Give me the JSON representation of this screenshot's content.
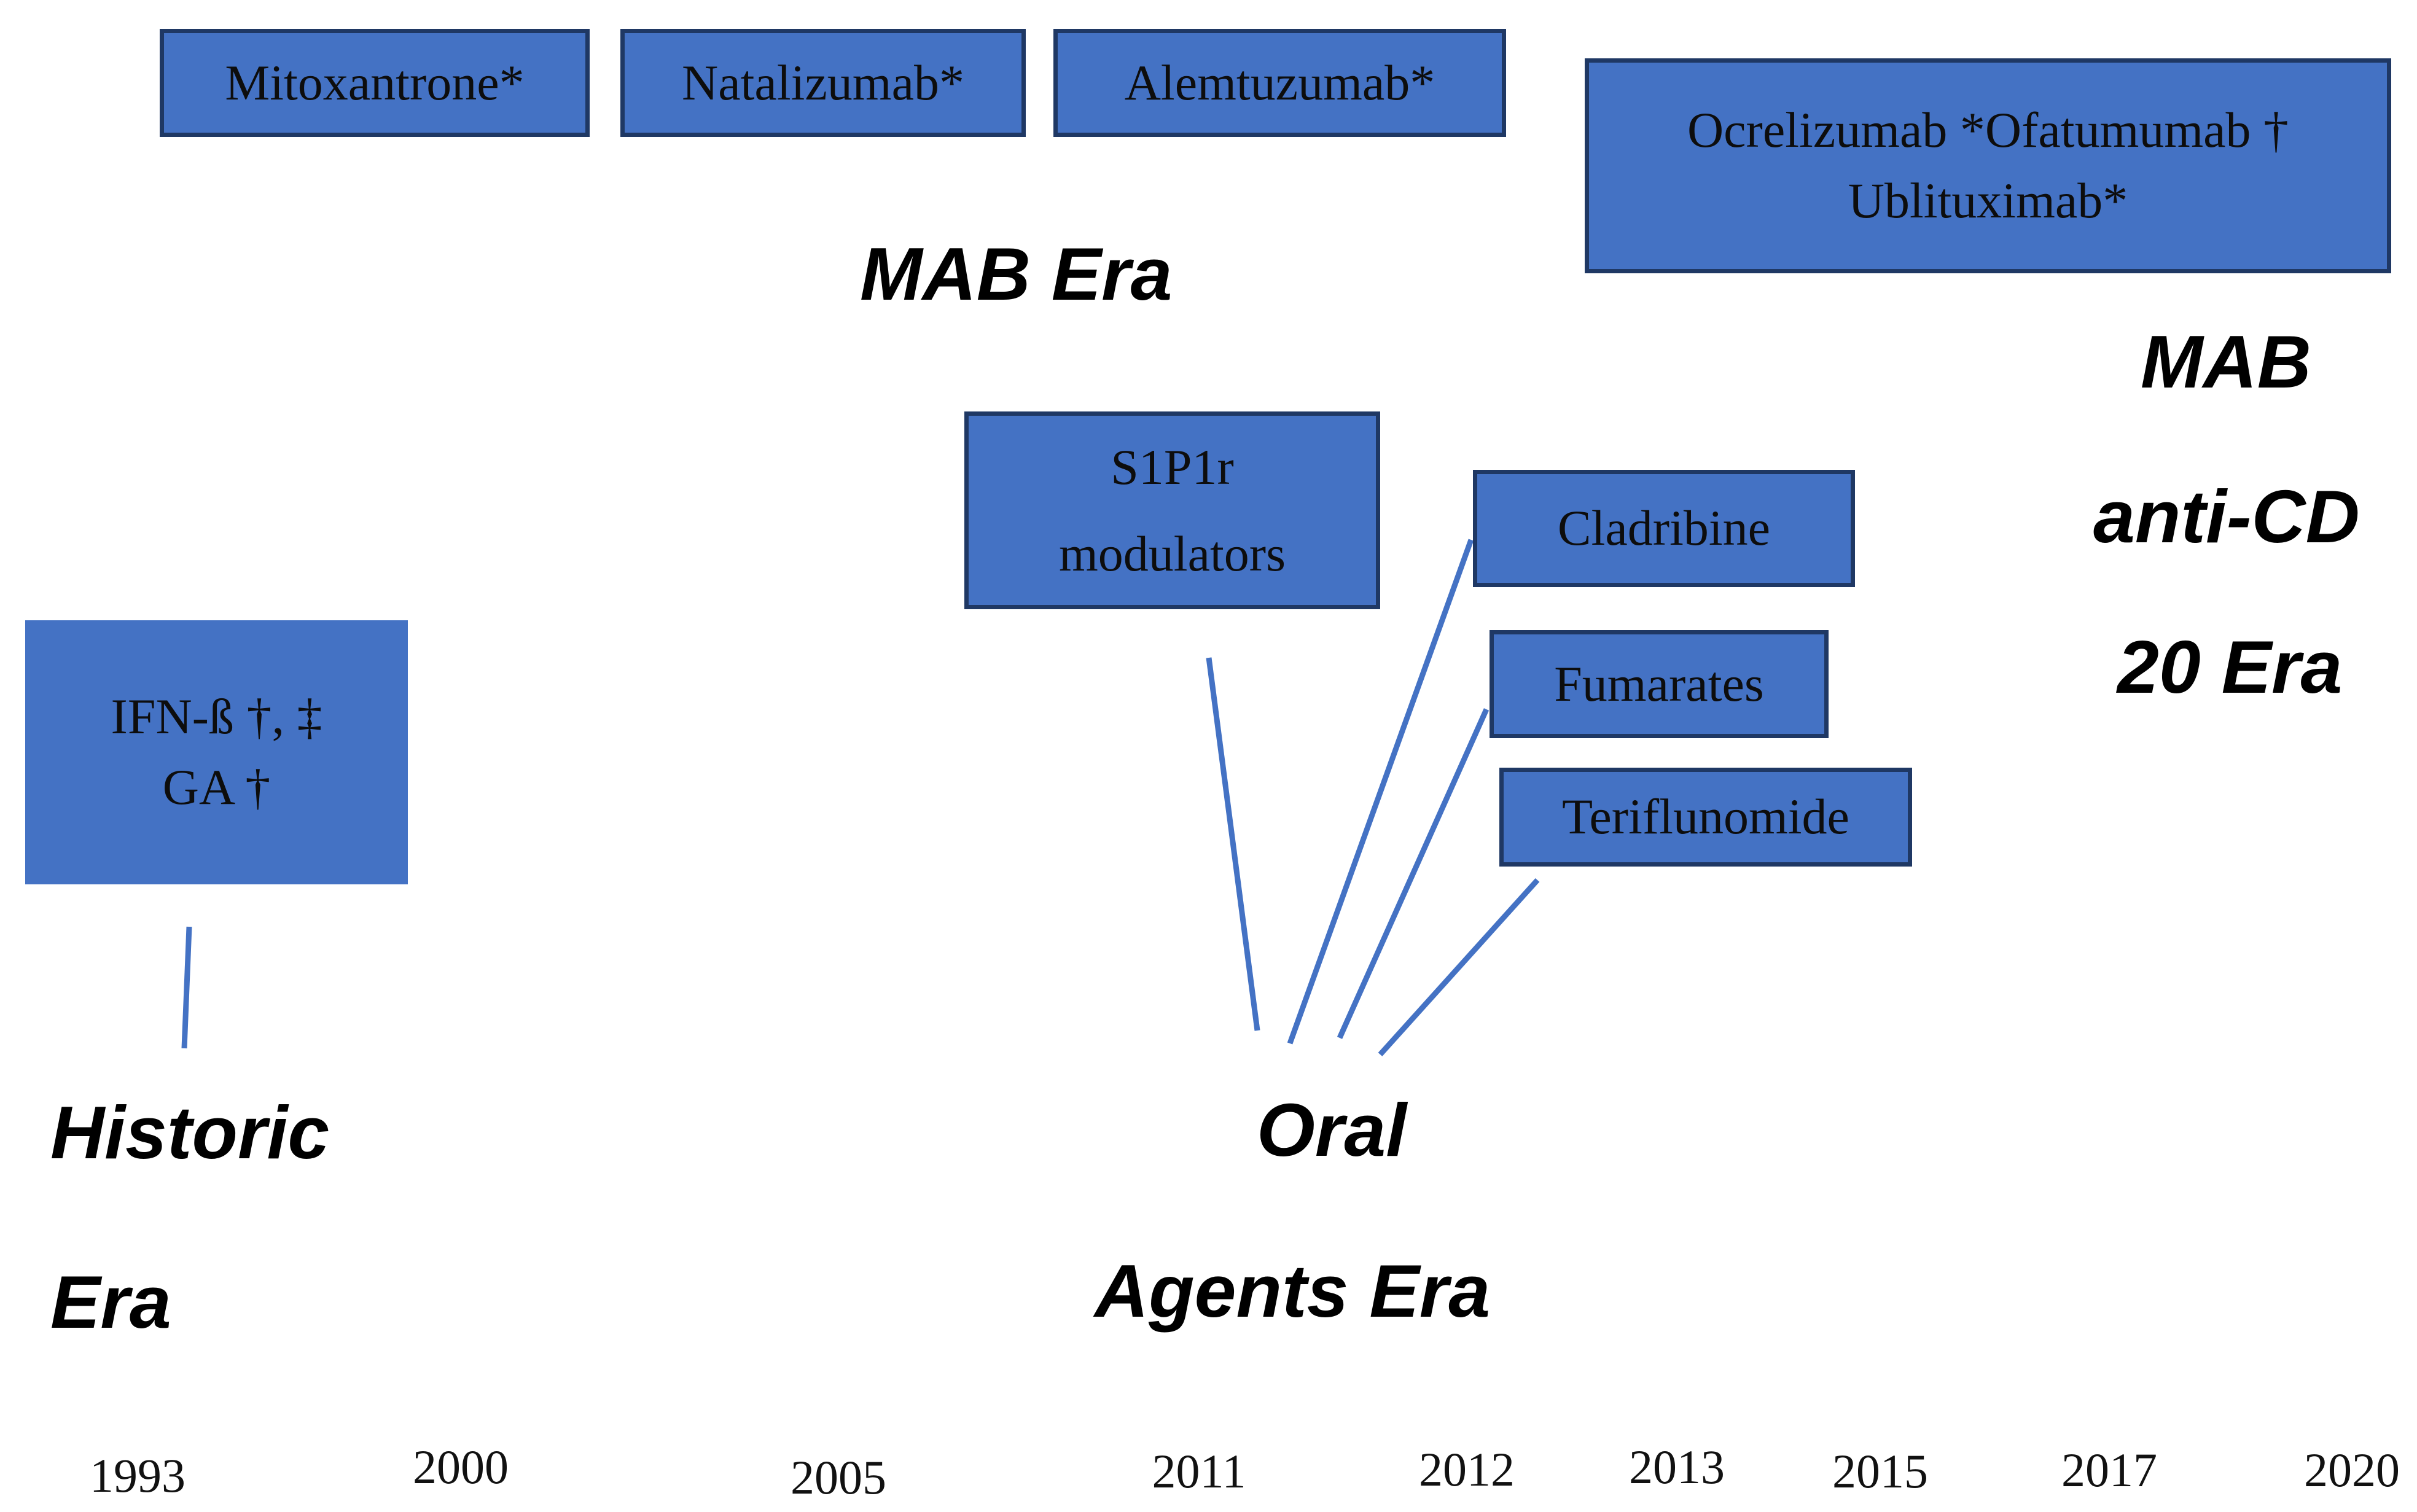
{
  "boxes": {
    "mitoxantrone": {
      "lines": [
        "Mitoxantrone*"
      ]
    },
    "natalizumab": {
      "lines": [
        "Natalizumab*"
      ]
    },
    "alemtuzumab": {
      "lines": [
        "Alemtuzumab*"
      ]
    },
    "anti_cd20": {
      "lines": [
        "Ocrelizumab *Ofatumumab †",
        "Ublituximab*"
      ]
    },
    "s1p1r": {
      "lines": [
        "S1P1r",
        "modulators"
      ]
    },
    "cladribine": {
      "lines": [
        "Cladribine"
      ]
    },
    "fumarates": {
      "lines": [
        "Fumarates"
      ]
    },
    "teriflunomide": {
      "lines": [
        "Teriflunomide"
      ]
    },
    "ifn_ga": {
      "lines": [
        "IFN-ß †, ‡",
        "GA †"
      ]
    }
  },
  "era_labels": {
    "mab_era": "MAB Era",
    "mab_anti_cd20_era": {
      "lines": [
        "MAB",
        "anti-CD",
        "20 Era"
      ]
    },
    "historic_era": {
      "lines": [
        "Historic",
        "Era"
      ]
    },
    "oral_agents_era": {
      "lines": [
        "Oral",
        "Agents Era"
      ]
    }
  },
  "timeline": {
    "years": [
      "1993",
      "2000",
      "2005",
      "2011",
      "2012",
      "2013",
      "2015",
      "2017",
      "2020"
    ]
  },
  "colors": {
    "box_fill": "#4472C4",
    "box_border": "#1F3864",
    "connector_line": "#4472C4",
    "label_text": "#000000",
    "box_text": "#0d0d0d",
    "background": "#ffffff"
  }
}
